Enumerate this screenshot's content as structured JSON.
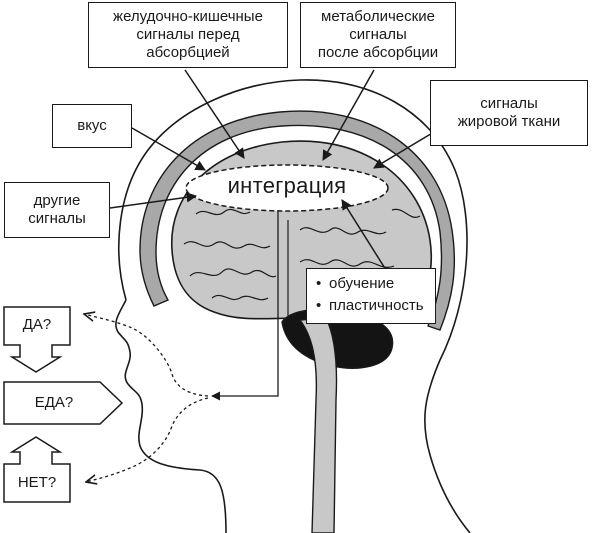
{
  "boxes": {
    "gi_signals": "желудочно-кишечные\nсигналы перед\nабсорбцией",
    "metabolic_signals": "метаболические\nсигналы\nпосле абсорбции",
    "taste": "вкус",
    "fat_signals": "сигналы\nжировой ткани",
    "other_signals": "другие\nсигналы"
  },
  "integration": "интеграция",
  "learning": {
    "items": [
      "обучение",
      "пластичность"
    ]
  },
  "decisions": {
    "yes": "ДА?",
    "food": "ЕДА?",
    "no": "НЕТ?"
  },
  "colors": {
    "brain_fill": "#c8c8c8",
    "skull_fill": "#a8a8a8",
    "cerebellum_fill": "#141414",
    "line": "#1a1a1a"
  }
}
